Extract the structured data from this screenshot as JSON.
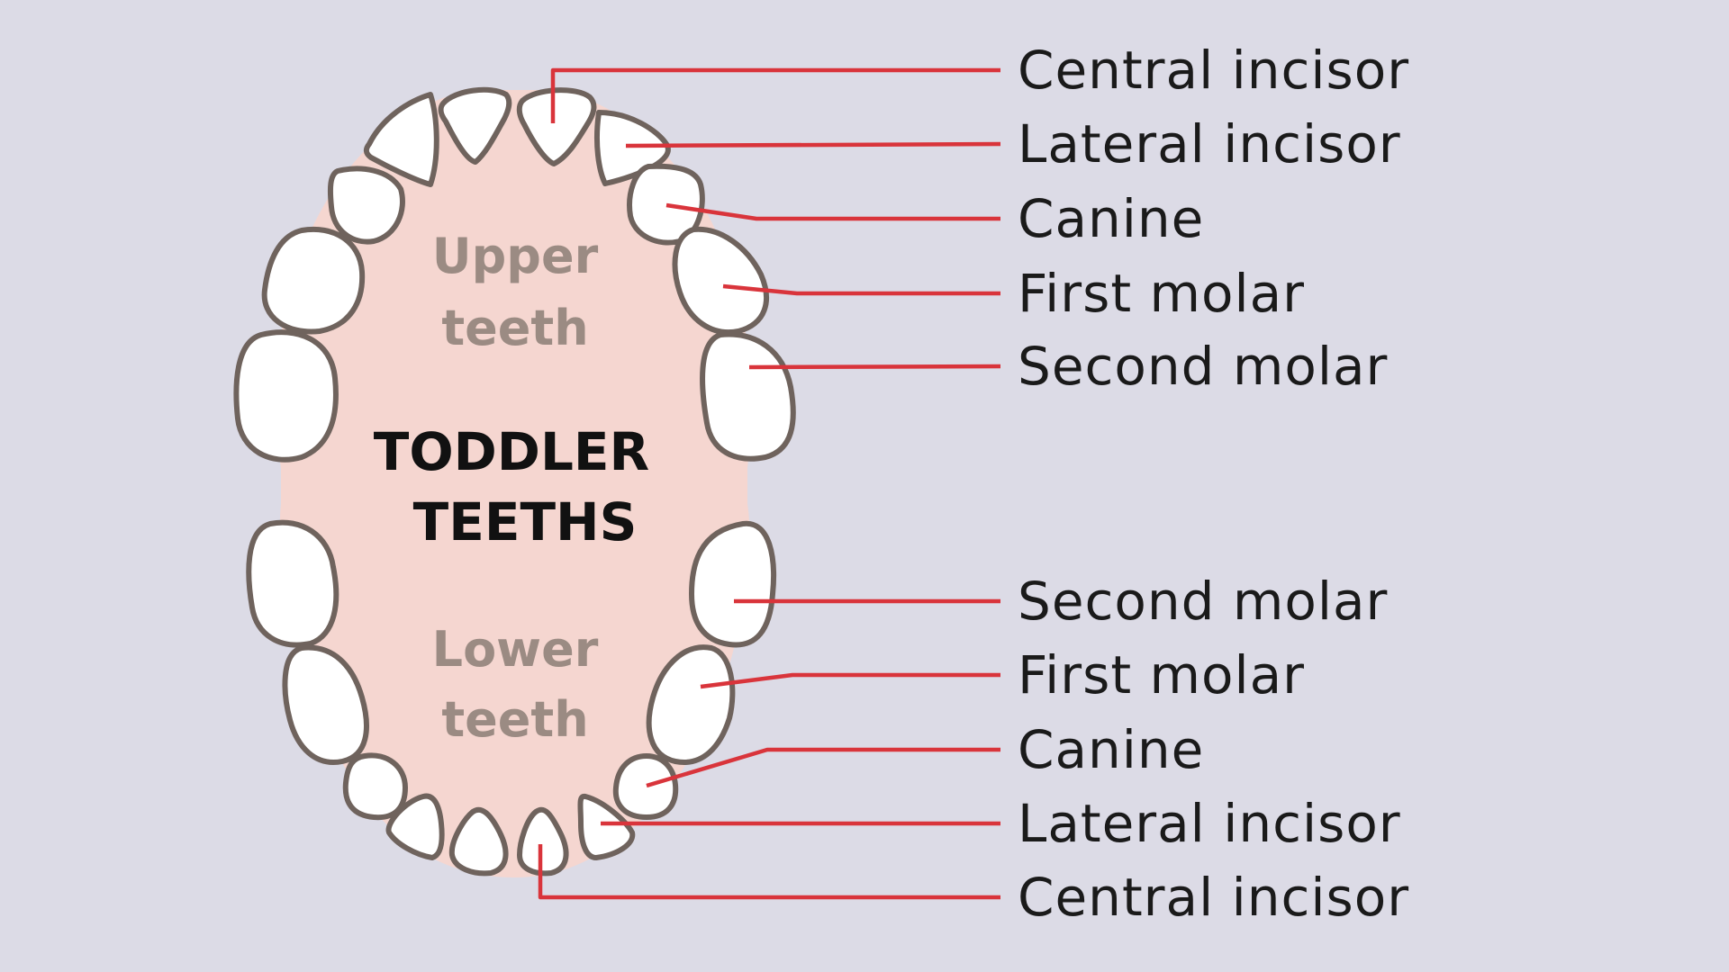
{
  "diagram": {
    "title_line1": "TODDLER",
    "title_line2": "TEETHS",
    "upper_region_line1": "Upper",
    "upper_region_line2": "teeth",
    "lower_region_line1": "Lower",
    "lower_region_line2": "teeth",
    "upper_labels": [
      "Central incisor",
      "Lateral incisor",
      "Canine",
      "First molar",
      "Second molar"
    ],
    "lower_labels": [
      "Second molar",
      "First molar",
      "Canine",
      "Lateral incisor",
      "Central incisor"
    ],
    "colors": {
      "background": "#dcdbe6",
      "gum": "#f5d6d0",
      "tooth_fill": "#ffffff",
      "tooth_outline": "#6f635d",
      "leader_line": "#d9343b",
      "region_text": "#9b8b83",
      "title_text": "#111111",
      "label_text": "#1a1a1a"
    }
  }
}
